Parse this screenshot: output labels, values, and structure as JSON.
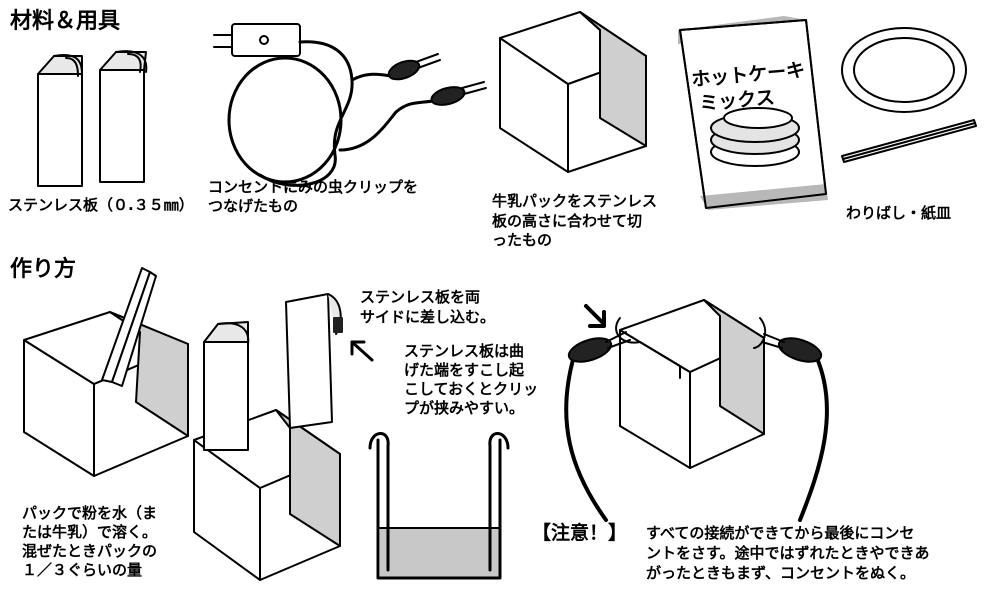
{
  "sections": {
    "materials_title": "材料＆用具",
    "steps_title": "作り方"
  },
  "materials": {
    "stainless_plate": "ステンレス板（０.３５㎜）",
    "cord_line1": "コンセントにみの虫クリップを",
    "cord_line2": "つなげたもの",
    "milk_carton_line1": "牛乳パックをステンレス",
    "milk_carton_line2": "板の高さに合わせて切",
    "milk_carton_line3": "ったもの",
    "pancake_mix_line1": "ホットケーキ",
    "pancake_mix_line2": "ミックス",
    "chopsticks_plate": "わりばし・紙皿"
  },
  "steps": {
    "mix_line1": "パックで粉を水（ま",
    "mix_line2": "たは牛乳）で溶く。",
    "mix_line3": "混ぜたときパックの",
    "mix_line4": "１／３ぐらいの量",
    "insert_line1": "ステンレス板を両",
    "insert_line2": "サイドに差し込む。",
    "bend_line1": "ステンレス板は曲",
    "bend_line2": "げた端をすこし起",
    "bend_line3": "こしておくとクリッ",
    "bend_line4": "プが挟みやすい。"
  },
  "caution": {
    "tag": "【注意！】",
    "line1": "すべての接続ができてから最後にコンセ",
    "line2": "ントをさす。途中ではずれたときやできあ",
    "line3": "がったときもまず、コンセントをぬく。"
  }
}
